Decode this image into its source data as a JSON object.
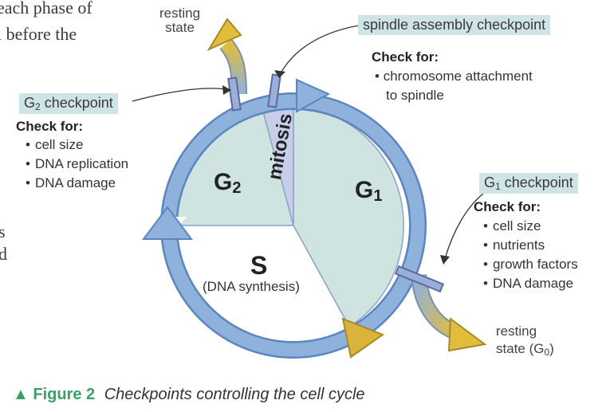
{
  "background_text": {
    "line1": "each phase of",
    "line2": "l before the",
    "line3": "s",
    "line4": "d"
  },
  "phases": {
    "g1": "G",
    "g1_sub": "1",
    "g2": "G",
    "g2_sub": "2",
    "s": "S",
    "s_desc": "(DNA synthesis)",
    "mitosis": "mitosis"
  },
  "resting_top": {
    "line1": "resting",
    "line2": "state"
  },
  "resting_bottom": {
    "line1": "resting",
    "line2": "state (G",
    "sub": "0",
    "close": ")"
  },
  "spindle_checkpoint": {
    "label": "spindle assembly checkpoint",
    "check_for": "Check for:",
    "items": [
      "chromosome attachment",
      "to spindle"
    ]
  },
  "g2_checkpoint": {
    "label_prefix": "G",
    "label_sub": "2",
    "label_suffix": " checkpoint",
    "check_for": "Check for:",
    "items": [
      "cell size",
      "DNA replication",
      "DNA damage"
    ]
  },
  "g1_checkpoint": {
    "label_prefix": "G",
    "label_sub": "1",
    "label_suffix": " checkpoint",
    "check_for": "Check for:",
    "items": [
      "cell size",
      "nutrients",
      "growth factors",
      "DNA damage"
    ]
  },
  "caption": {
    "figure": "Figure 2",
    "title": "Checkpoints controlling the cell cycle"
  },
  "colors": {
    "ring": "#8eb2dc",
    "ring_stroke": "#5b85be",
    "g_sector": "#cfe4e1",
    "mitosis_sector": "#c8cdea",
    "label_box": "#cfe4e6",
    "arrow_gold": "#d8b43c",
    "caption_green": "#3aa06a"
  }
}
